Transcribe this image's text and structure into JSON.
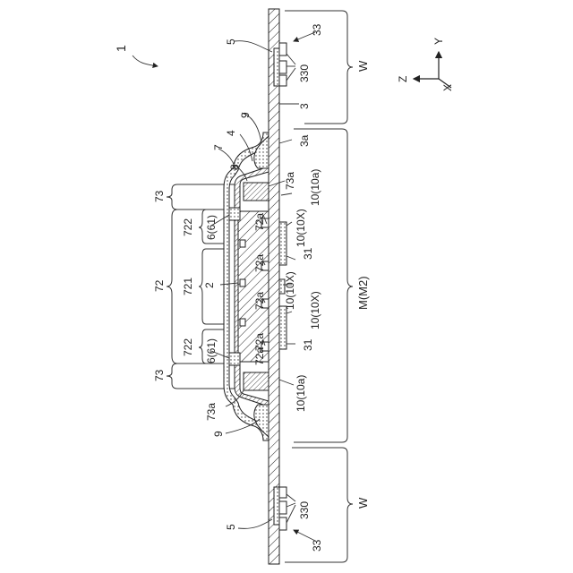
{
  "figure": {
    "fig_ref": "1",
    "axes": {
      "z": "Z",
      "y": "Y",
      "x": "X"
    },
    "region_labels": {
      "w_top": "W",
      "middle": "M(M2)",
      "w_bottom": "W"
    },
    "bracket_labels": {
      "b73_top": "73",
      "b722_top": "722",
      "b72": "72",
      "b721": "721",
      "b722_bottom": "722",
      "b73_bottom": "73"
    },
    "labels": {
      "l5_top": "5",
      "l33_top": "33",
      "l330_top": "330",
      "l3": "3",
      "l9_top": "9",
      "l4": "4",
      "l7": "7",
      "l8": "8",
      "l3a": "3a",
      "l10_10a_top": "10(10a)",
      "l73a_top": "73a",
      "l72a_1": "72a",
      "l6_61_top": "6(61)",
      "l10_10x_1": "10(10X)",
      "l31_top": "31",
      "l72a_2": "72a",
      "l2": "2",
      "l72a_3": "72a",
      "l10_10x_2": "10(10X)",
      "l10_10x_3": "10(10X)",
      "l72a_4": "72a",
      "l31_bottom": "31",
      "l6_61_bottom": "6(61)",
      "l72a_5": "72a",
      "l10_10a_bottom": "10(10a)",
      "l73a_bottom": "73a",
      "l9_bottom": "9",
      "l330_bottom": "330",
      "l5_bottom": "5",
      "l33_bottom": "33"
    }
  }
}
